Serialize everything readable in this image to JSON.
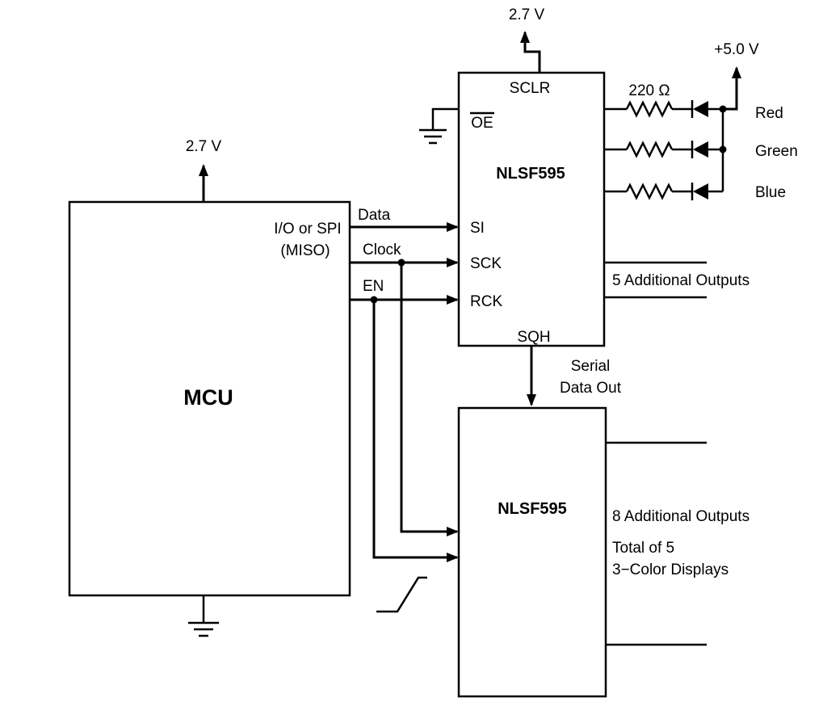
{
  "mcu": {
    "label": "MCU",
    "supply": "2.7 V",
    "io_line1": "I/O or SPI",
    "io_line2": "(MISO)"
  },
  "signals": {
    "data": "Data",
    "clock": "Clock",
    "en": "EN"
  },
  "sr1": {
    "label": "NLSF595",
    "supply": "2.7 V",
    "sclr": "SCLR",
    "oe": "OE",
    "si": "SI",
    "sck": "SCK",
    "rck": "RCK",
    "sqh": "SQH",
    "outputs": "5 Additional Outputs"
  },
  "leds": {
    "resistor": "220 Ω",
    "supply": "+5.0 V",
    "colors": [
      "Red",
      "Green",
      "Blue"
    ]
  },
  "serial": {
    "line1": "Serial",
    "line2": "Data Out"
  },
  "sr2": {
    "label": "NLSF595",
    "outputs": "8 Additional Outputs",
    "total_line1": "Total of 5",
    "total_line2": "3−Color Displays"
  }
}
